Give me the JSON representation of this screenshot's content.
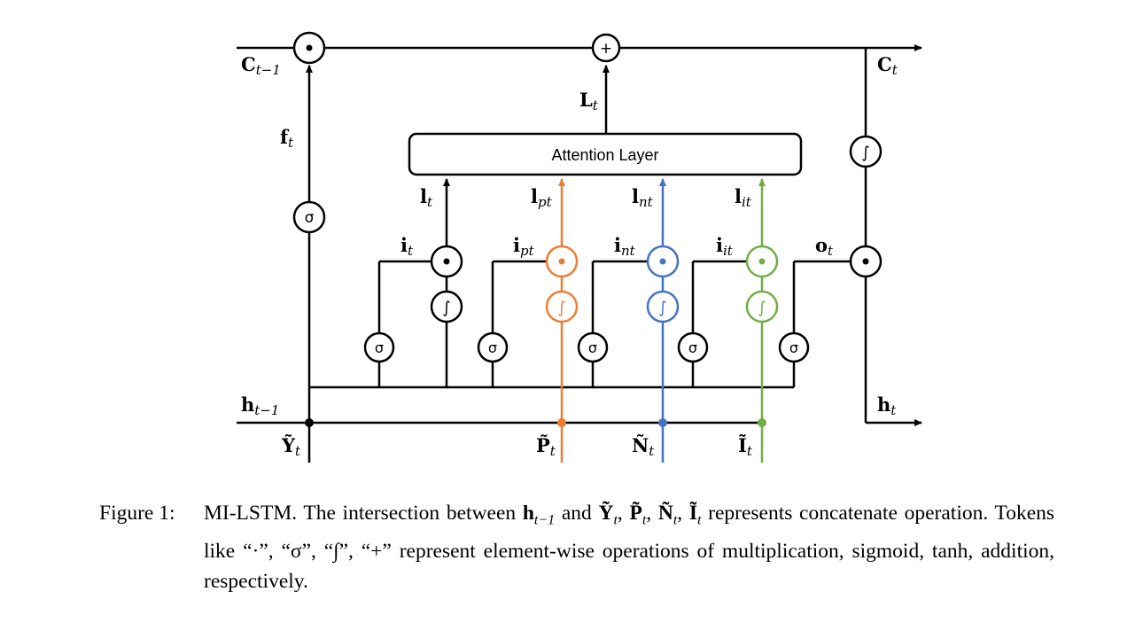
{
  "diagram": {
    "labels": {
      "c_prev": "C",
      "c_prev_sub": "t−1",
      "c_t": "C",
      "c_t_sub": "t",
      "l_t_out": "L",
      "l_t_out_sub": "t",
      "f_t": "f",
      "f_t_sub": "t",
      "l_t": "l",
      "l_t_sub": "t",
      "l_pt": "l",
      "l_pt_sub": "pt",
      "l_nt": "l",
      "l_nt_sub": "nt",
      "l_it": "l",
      "l_it_sub": "it",
      "i_t": "i",
      "i_t_sub": "t",
      "i_pt": "i",
      "i_pt_sub": "pt",
      "i_nt": "i",
      "i_nt_sub": "nt",
      "i_it": "i",
      "i_it_sub": "it",
      "o_t": "o",
      "o_t_sub": "t",
      "h_prev": "h",
      "h_prev_sub": "t−1",
      "h_t": "h",
      "h_t_sub": "t",
      "y_t": "Ỹ",
      "y_t_sub": "t",
      "p_t": "P̃",
      "p_t_sub": "t",
      "n_t": "Ñ",
      "n_t_sub": "t",
      "i_t_in": "Ĩ",
      "i_t_in_sub": "t"
    },
    "attention_layer": "Attention Layer",
    "ops": {
      "mul": "•",
      "add": "+",
      "sigmoid": "σ",
      "tanh": "∫"
    },
    "colors": {
      "main": "#000000",
      "p_stream": "#ed7d31",
      "n_stream": "#4472c4",
      "i_stream": "#70ad47"
    }
  },
  "caption": {
    "label": "Figure 1:",
    "t1": "MI-LSTM. The intersection between ",
    "h": "h",
    "h_sub": "t−1",
    "t2": " and ",
    "y": "Ỹ",
    "p": "P̃",
    "n": "Ñ",
    "i": "Ĩ",
    "sub_t": "t",
    "t3": " represents concatenate operation. Tokens like “·”, “σ”, “∫”, “+” represent element-wise operations of multiplication, sigmoid, tanh, addition, respectively."
  }
}
